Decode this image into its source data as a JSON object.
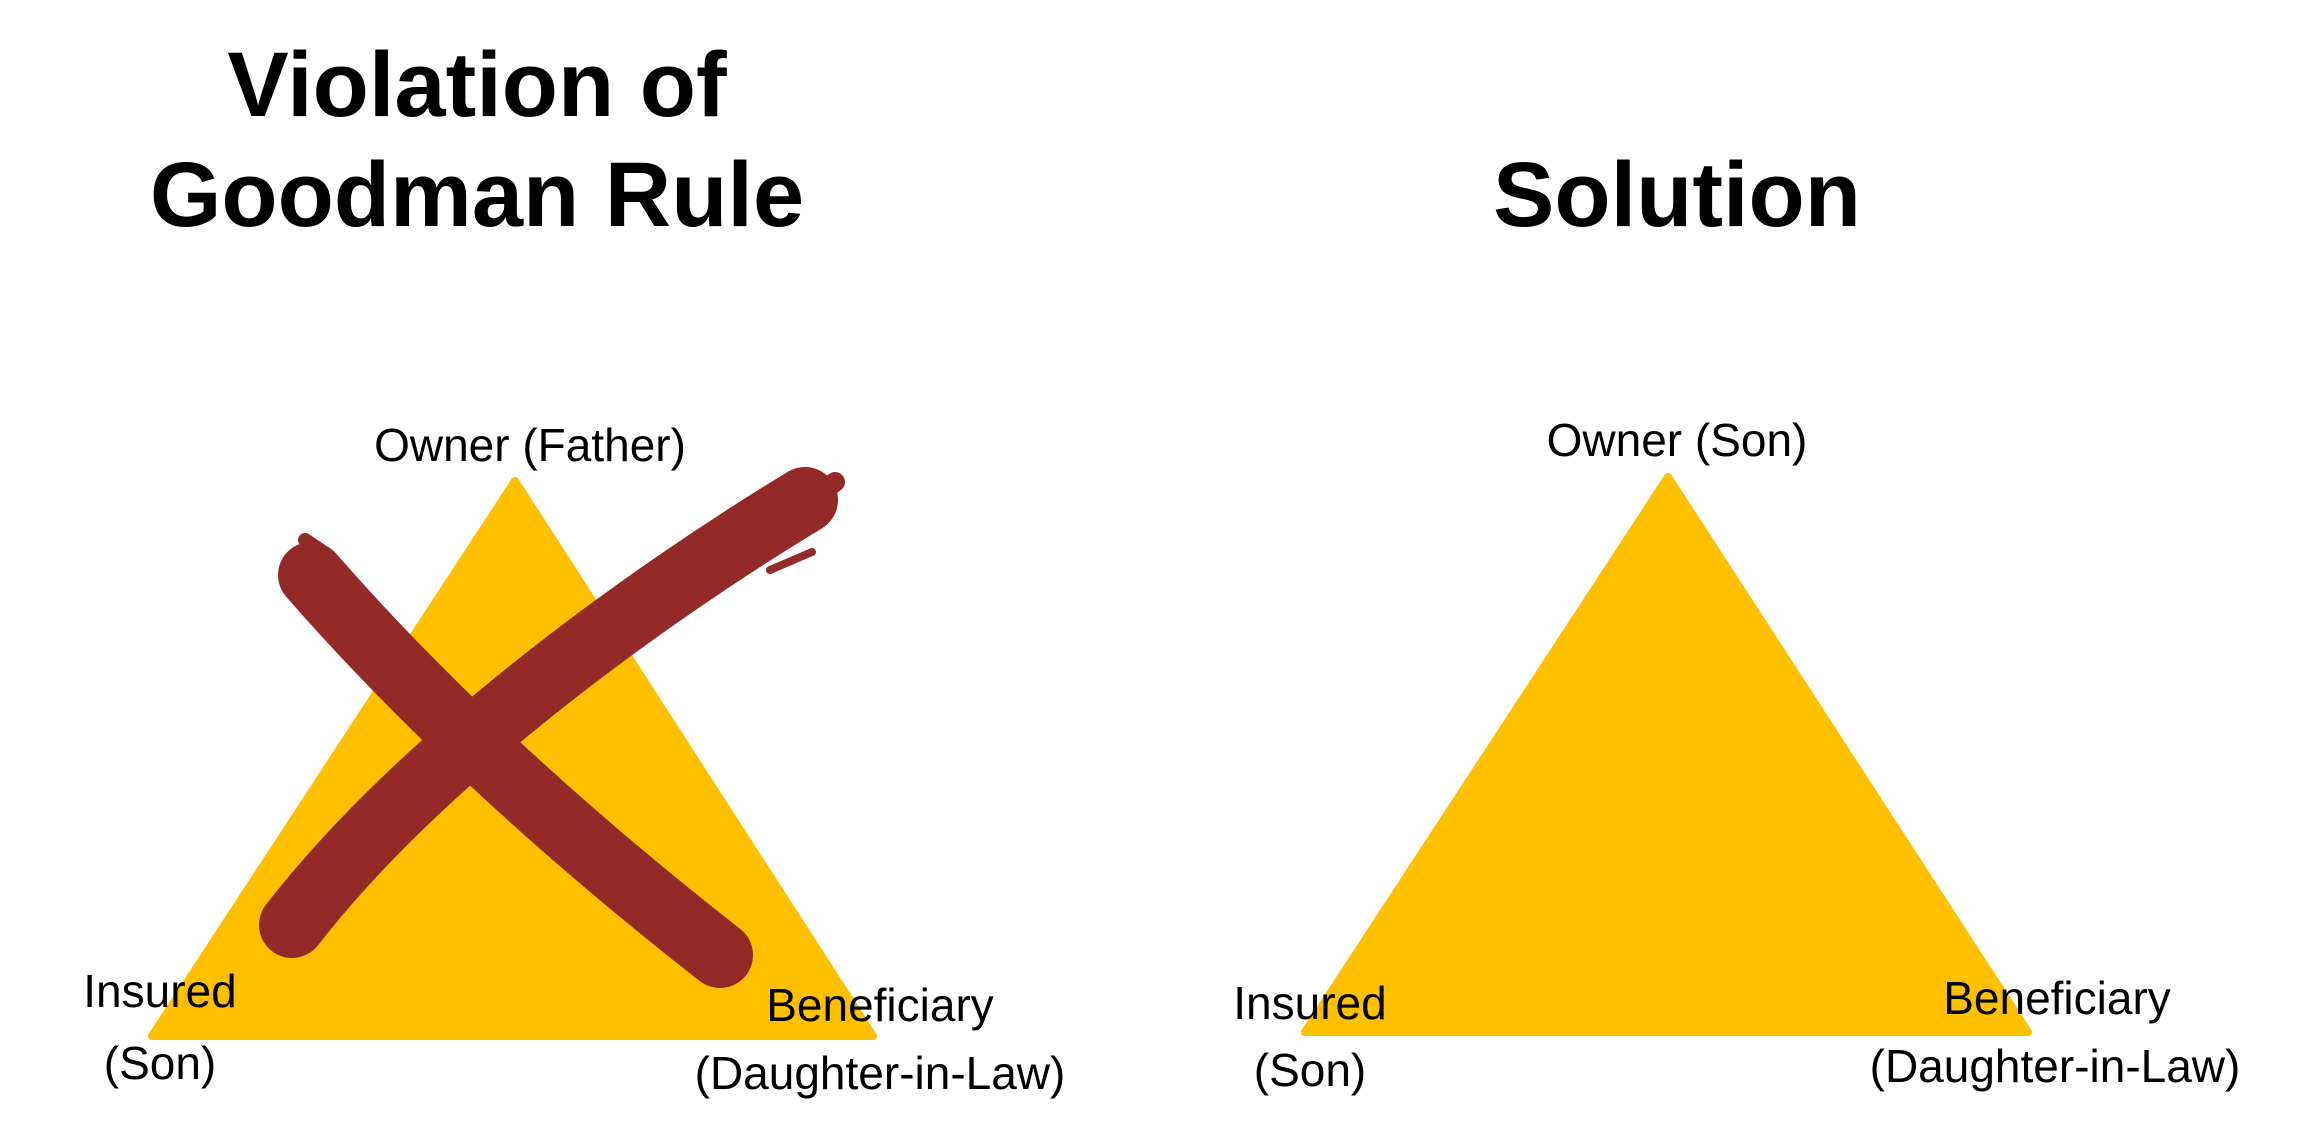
{
  "left_panel": {
    "title_line1": "Violation of",
    "title_line2": "Goodman Rule",
    "owner": "Owner (Father)",
    "insured_line1": "Insured",
    "insured_line2": "(Son)",
    "beneficiary_line1": "Beneficiary",
    "beneficiary_line2": "(Daughter-in-Law)",
    "crossed_out": true
  },
  "right_panel": {
    "title": "Solution",
    "owner": "Owner (Son)",
    "insured_line1": "Insured",
    "insured_line2": "(Son)",
    "beneficiary_line1": "Beneficiary",
    "beneficiary_line2": "(Daughter-in-Law)"
  },
  "colors": {
    "triangle": "#FFC000",
    "cross": "#932A27"
  }
}
